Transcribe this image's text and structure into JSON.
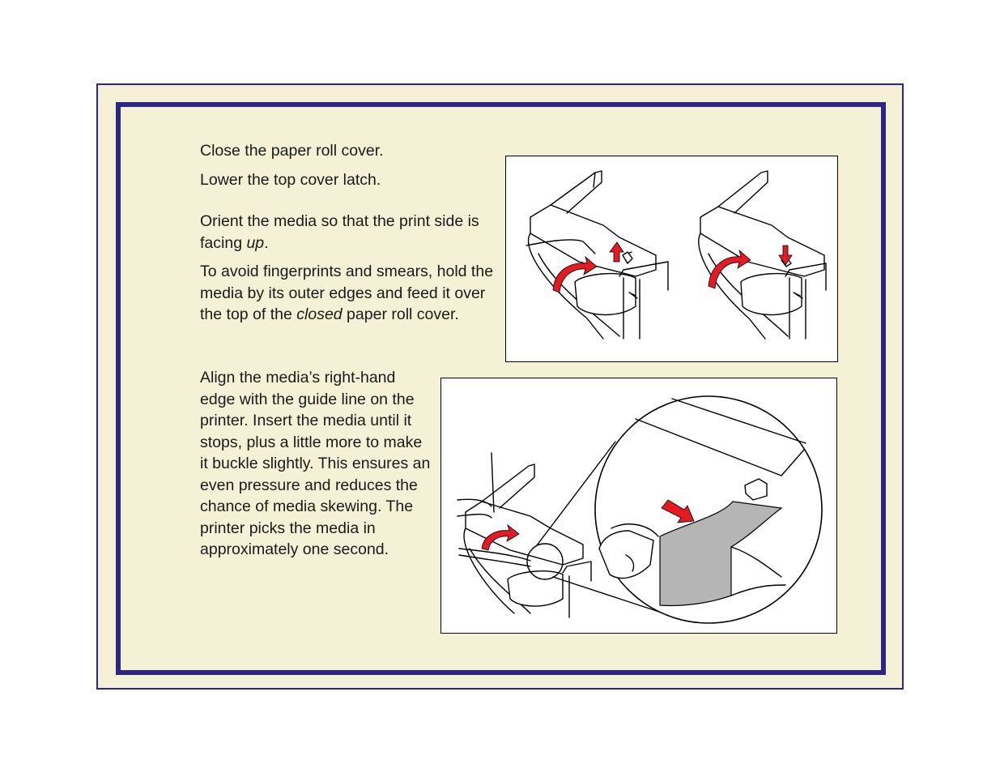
{
  "steps": {
    "close_cover": "Close the paper roll cover.",
    "lower_latch": "Lower the top cover latch.",
    "orient_pre": "Orient the media so that the print side is facing ",
    "orient_em": "up",
    "orient_post": ".",
    "avoid_pre": "To avoid fingerprints and smears, hold the media by its outer edges and feed it over the top of the ",
    "avoid_em": "closed",
    "avoid_post": " paper roll cover.",
    "align": "Align the media’s right-hand edge with the guide line on the printer.  Insert the media until it stops, plus a little more to make it buckle slightly.  This ensures an even pressure and reduces the chance of media skewing.  The printer picks the media in approximately one second."
  },
  "colors": {
    "page_bg": "#f5f1d6",
    "border": "#2b2585",
    "arrow": "#e31b23",
    "media_shade": "#b5b5b5"
  }
}
